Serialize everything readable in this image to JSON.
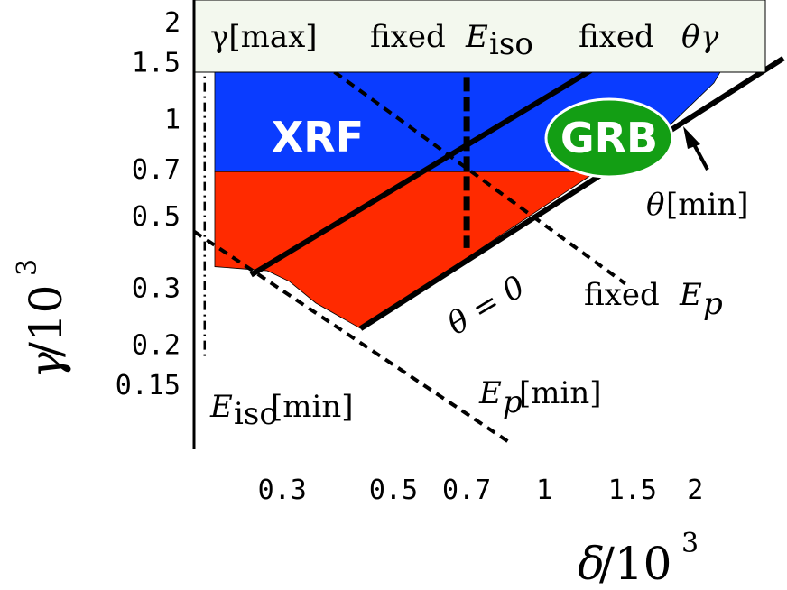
{
  "chart_data": {
    "type": "region",
    "xscale": "log",
    "yscale": "log",
    "xlim": [
      0.2,
      3.0
    ],
    "ylim": [
      0.095,
      2.35
    ],
    "xlabel": "δ/10³",
    "ylabel": "γ/10³",
    "x_ticks": [
      "0.3",
      "0.5",
      "0.7",
      "1",
      "1.5",
      "2"
    ],
    "x_tick_values": [
      0.3,
      0.5,
      0.7,
      1,
      1.5,
      2
    ],
    "y_ticks": [
      "2",
      "1.5",
      "1",
      "0.7",
      "0.5",
      "0.3",
      "0.2",
      "0.15"
    ],
    "y_tick_values": [
      2,
      1.5,
      1,
      0.7,
      0.5,
      0.3,
      0.2,
      0.15
    ],
    "grid": false,
    "regions": [
      {
        "name": "XRF",
        "color": "#0a3cff",
        "text_color": "#ffffff",
        "polygon": [
          [
            0.22,
            1.5
          ],
          [
            2.3,
            1.5
          ],
          [
            2.18,
            1.3
          ],
          [
            1.78,
            0.96
          ],
          [
            1.27,
            0.69
          ],
          [
            0.22,
            0.69
          ]
        ]
      },
      {
        "name": "",
        "color": "#ff2a00",
        "polygon": [
          [
            0.22,
            0.69
          ],
          [
            1.27,
            0.69
          ],
          [
            0.43,
            0.225
          ],
          [
            0.35,
            0.27
          ],
          [
            0.31,
            0.315
          ],
          [
            0.28,
            0.34
          ],
          [
            0.22,
            0.35
          ]
        ]
      },
      {
        "name": "GRB",
        "color": "#139e14",
        "text_color": "#ffffff",
        "center": [
          1.5,
          1.0
        ]
      }
    ],
    "lines": [
      {
        "name": "fixed θγ",
        "style": "solid",
        "points": [
          [
            0.26,
            0.33
          ],
          [
            1.5,
            1.7
          ]
        ]
      },
      {
        "name": "θ = 0",
        "style": "solid",
        "points": [
          [
            0.43,
            0.225
          ],
          [
            3.0,
            1.55
          ]
        ]
      },
      {
        "name": "fixed Eₚ",
        "style": "dashed",
        "points": [
          [
            0.36,
            1.5
          ],
          [
            1.45,
            0.31
          ]
        ]
      },
      {
        "name": "Eₚ[min]",
        "style": "dashed",
        "points": [
          [
            0.2,
            0.45
          ],
          [
            0.85,
            0.1
          ]
        ]
      },
      {
        "name": "fixed E_iso",
        "style": "dashed-thick",
        "points": [
          [
            0.7,
            1.8
          ],
          [
            0.7,
            0.4
          ]
        ]
      },
      {
        "name": "E_iso[min]",
        "style": "dashdot",
        "points": [
          [
            0.21,
            1.5
          ],
          [
            0.21,
            0.18
          ]
        ]
      }
    ],
    "annotations": {
      "gamma_max": "γ[max]",
      "fixed_prefix": "fixed",
      "E": "E",
      "iso": "iso",
      "p": "p",
      "theta": "θ",
      "gamma": "γ",
      "min": "[min]",
      "theta_eq_zero": "θ = 0",
      "xlabel_delta": "δ",
      "xlabel_rest": "/10",
      "ylabel_gamma": "γ",
      "ylabel_rest": "/10",
      "exponent": "3"
    }
  }
}
